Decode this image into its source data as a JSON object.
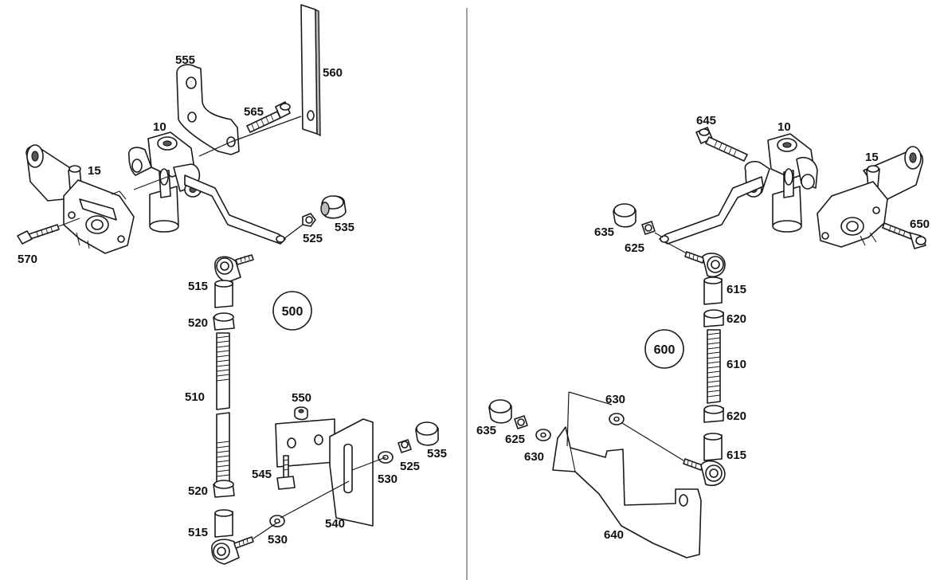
{
  "assemblies": {
    "left": "500",
    "right": "600"
  },
  "labels": {
    "l10": "10",
    "l15": "15",
    "l555": "555",
    "l560": "560",
    "l565": "565",
    "l570": "570",
    "l525": "525",
    "l535": "535",
    "l515a": "515",
    "l520a": "520",
    "l510": "510",
    "l550": "550",
    "l545": "545",
    "l520b": "520",
    "l515b": "515",
    "l530a": "530",
    "l540": "540",
    "l530b": "530",
    "l525b": "525",
    "l535b": "535",
    "r645": "645",
    "r10": "10",
    "r15": "15",
    "r650": "650",
    "r635a": "635",
    "r625a": "625",
    "r615a": "615",
    "r620a": "620",
    "r610": "610",
    "r630a": "630",
    "r620b": "620",
    "r635b": "635",
    "r625b": "625",
    "r630b": "630",
    "r615b": "615",
    "r640": "640"
  }
}
